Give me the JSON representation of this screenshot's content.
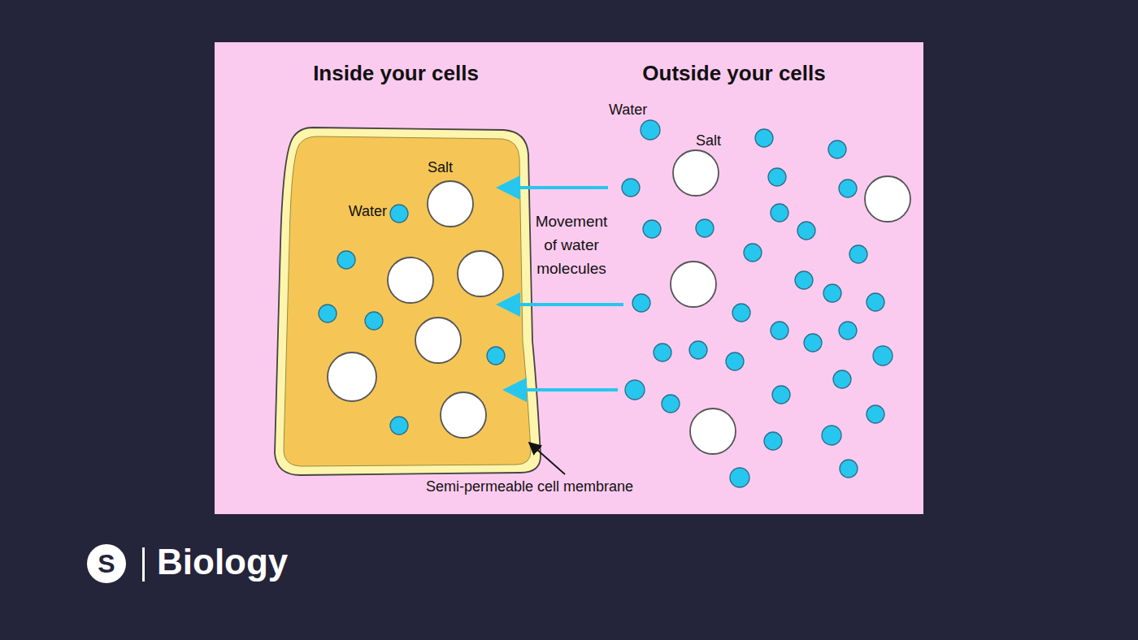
{
  "diagram": {
    "labels": [
      "Inside your cells",
      "Outside your cells",
      "Water",
      "Salt",
      "Water",
      "Salt",
      "Movement of water molecules",
      "Semi-permeable cell membrane",
      "S",
      "Biology"
    ]
  }
}
